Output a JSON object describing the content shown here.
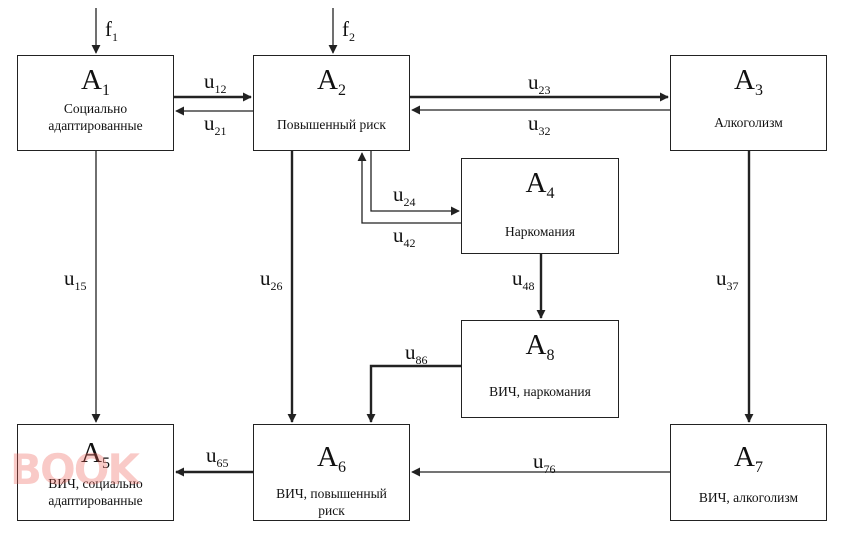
{
  "nodes": [
    {
      "id": "a1",
      "letter": "A",
      "index": "1",
      "label": [
        "Социально",
        "адаптированные"
      ]
    },
    {
      "id": "a2",
      "letter": "A",
      "index": "2",
      "label": [
        "Повышенный риск"
      ]
    },
    {
      "id": "a3",
      "letter": "A",
      "index": "3",
      "label": [
        "Алкоголизм"
      ]
    },
    {
      "id": "a4",
      "letter": "A",
      "index": "4",
      "label": [
        "Наркомания"
      ]
    },
    {
      "id": "a5",
      "letter": "A",
      "index": "5",
      "label": [
        "ВИЧ, социально",
        "адаптированные"
      ]
    },
    {
      "id": "a6",
      "letter": "A",
      "index": "6",
      "label": [
        "ВИЧ, повышенный",
        "риск"
      ]
    },
    {
      "id": "a7",
      "letter": "A",
      "index": "7",
      "label": [
        "ВИЧ, алкоголизм"
      ]
    },
    {
      "id": "a8",
      "letter": "A",
      "index": "8",
      "label": [
        "ВИЧ, наркомания"
      ]
    }
  ],
  "inputs": [
    {
      "id": "f1",
      "letter": "f",
      "index": "1",
      "to": "a1"
    },
    {
      "id": "f2",
      "letter": "f",
      "index": "2",
      "to": "a2"
    }
  ],
  "edges": [
    {
      "id": "u12",
      "letter": "u",
      "index": "12",
      "from": "a1",
      "to": "a2"
    },
    {
      "id": "u21",
      "letter": "u",
      "index": "21",
      "from": "a2",
      "to": "a1"
    },
    {
      "id": "u23",
      "letter": "u",
      "index": "23",
      "from": "a2",
      "to": "a3"
    },
    {
      "id": "u32",
      "letter": "u",
      "index": "32",
      "from": "a3",
      "to": "a2"
    },
    {
      "id": "u24",
      "letter": "u",
      "index": "24",
      "from": "a2",
      "to": "a4"
    },
    {
      "id": "u42",
      "letter": "u",
      "index": "42",
      "from": "a4",
      "to": "a2"
    },
    {
      "id": "u15",
      "letter": "u",
      "index": "15",
      "from": "a1",
      "to": "a5"
    },
    {
      "id": "u26",
      "letter": "u",
      "index": "26",
      "from": "a2",
      "to": "a6"
    },
    {
      "id": "u37",
      "letter": "u",
      "index": "37",
      "from": "a3",
      "to": "a7"
    },
    {
      "id": "u48",
      "letter": "u",
      "index": "48",
      "from": "a4",
      "to": "a8"
    },
    {
      "id": "u86",
      "letter": "u",
      "index": "86",
      "from": "a8",
      "to": "a6"
    },
    {
      "id": "u65",
      "letter": "u",
      "index": "65",
      "from": "a6",
      "to": "a5"
    },
    {
      "id": "u76",
      "letter": "u",
      "index": "76",
      "from": "a7",
      "to": "a6"
    }
  ],
  "watermark": "BOOK",
  "colors": {
    "line": "#222222",
    "watermark": "#eb5a50"
  }
}
